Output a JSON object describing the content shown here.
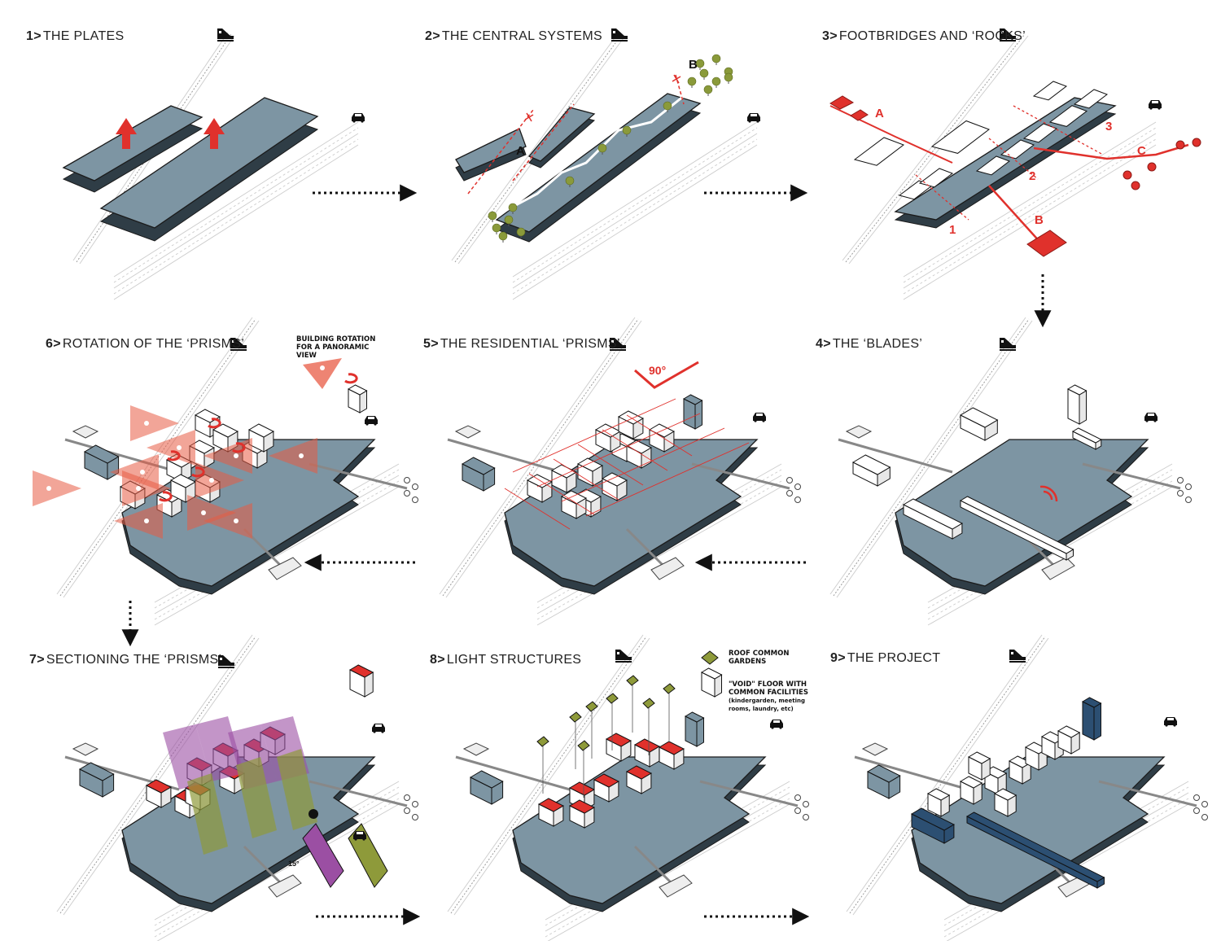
{
  "colors": {
    "plate": "#7d95a3",
    "plate_dark": "#2f3d46",
    "red": "#e0312c",
    "tree": "#8a9a3a",
    "purple": "#9b4fa3",
    "olive": "#8e9a3a",
    "navy": "#2c4f72",
    "rail": "#bfbfbf"
  },
  "icons": {
    "train": "train-icon",
    "car": "car-icon"
  },
  "steps": [
    {
      "num": "1",
      "title": "THE PLATES"
    },
    {
      "num": "2",
      "title": "THE CENTRAL SYSTEMS"
    },
    {
      "num": "3",
      "title": "FOOTBRIDGES AND ‘ROCKS’"
    },
    {
      "num": "4",
      "title": "THE ‘BLADES’"
    },
    {
      "num": "5",
      "title": "THE RESIDENTIAL ‘PRISMS’"
    },
    {
      "num": "6",
      "title": "ROTATION OF THE ‘PRISMS’"
    },
    {
      "num": "7",
      "title": "SECTIONING THE ‘PRISMS’"
    },
    {
      "num": "8",
      "title": "LIGHT STRUCTURES"
    },
    {
      "num": "9",
      "title": "THE PROJECT"
    }
  ],
  "separator": ">",
  "labels": {
    "step2": {
      "a": "A",
      "b": "B"
    },
    "step3": {
      "a": "A",
      "b": "B",
      "c": "C",
      "n1": "1",
      "n2": "2",
      "n3": "3"
    },
    "step5": {
      "angle": "90°"
    },
    "step6": {
      "note": "BUILDING ROTATION FOR A PANORAMIC VIEW"
    },
    "step7": {
      "angle": "15°"
    },
    "step8": {
      "roof_gardens": "ROOF COMMON GARDENS",
      "void_floor": "\"VOID\" FLOOR WITH COMMON FACILITIES",
      "void_floor_detail": "(kindergarden, meeting rooms, laundry, etc)"
    }
  }
}
